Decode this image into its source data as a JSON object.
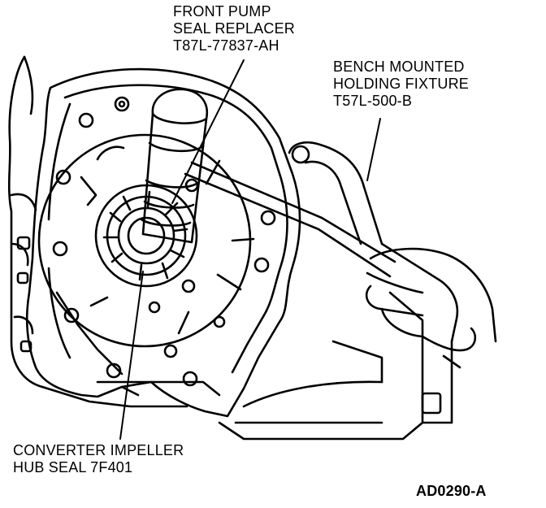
{
  "labels": {
    "pump_replacer": [
      "FRONT PUMP",
      "SEAL REPLACER",
      "T87L-77837-AH"
    ],
    "holding_fixture": [
      "BENCH MOUNTED",
      "HOLDING FIXTURE",
      "T57L-500-B"
    ],
    "impeller_seal": [
      "CONVERTER IMPELLER",
      "HUB SEAL 7F401"
    ]
  },
  "figure_ref": "AD0290-A",
  "colors": {
    "ink": "#000000",
    "paper": "#ffffff"
  }
}
